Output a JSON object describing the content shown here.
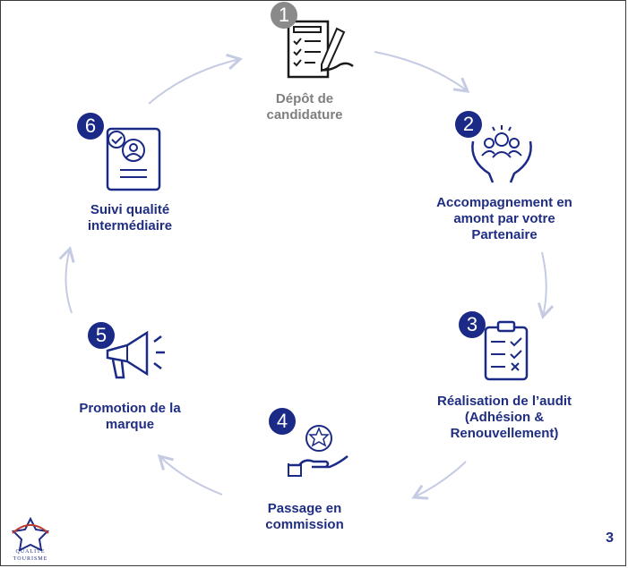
{
  "steps": [
    {
      "number": "1",
      "label_lines": [
        "Dépôt de",
        "candidature"
      ]
    },
    {
      "number": "2",
      "label_lines": [
        "Accompagnement en",
        "amont par votre",
        "Partenaire"
      ]
    },
    {
      "number": "3",
      "label_lines": [
        "Réalisation de l’audit",
        "(Adhésion &",
        "Renouvellement)"
      ]
    },
    {
      "number": "4",
      "label_lines": [
        "Passage en",
        "commission"
      ]
    },
    {
      "number": "5",
      "label_lines": [
        "Promotion de la",
        "marque"
      ]
    },
    {
      "number": "6",
      "label_lines": [
        "Suivi qualité",
        "intermédiaire"
      ]
    }
  ],
  "page_number": "3",
  "logo": {
    "line1": "QUALITE",
    "line2": "TOURISME"
  },
  "colors": {
    "primary": "#1a2a86",
    "muted": "#8a8a8a",
    "arrow": "#c5cbe3"
  }
}
